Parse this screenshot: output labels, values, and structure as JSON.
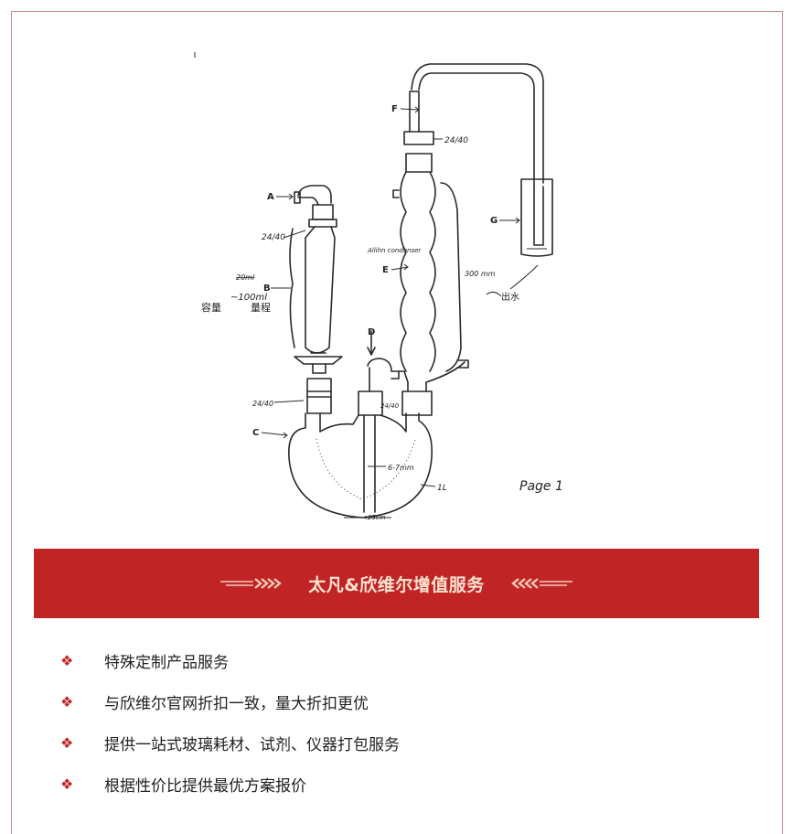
{
  "figure": {
    "labels": {
      "A": "A",
      "B": "B",
      "C": "C",
      "D": "D",
      "E": "E",
      "F": "F",
      "G": "G"
    },
    "annotations": {
      "joint_top": "24/40",
      "joint_left_upper": "24/40",
      "joint_left_lower": "24/40",
      "joint_mid": "24/40",
      "condenser_name": "Allihn condenser",
      "length": "300 mm",
      "volume_note": "~100ml",
      "volume_cn": "容量",
      "volume_cn2": "量程",
      "tube_gap": "6-7mm",
      "flask_size": "1L",
      "depth": "<25cm",
      "handwritten_right": "出水",
      "crossed_word": "20ml",
      "page_note": "Page 1"
    }
  },
  "banner": {
    "title": "太凡&欣维尔增值服务",
    "bg_color": "#c12424",
    "text_color": "#ffe2d0"
  },
  "services": [
    "特殊定制产品服务",
    "与欣维尔官网折扣一致，量大折扣更优",
    "提供一站式玻璃耗材、试剂、仪器打包服务",
    "根据性价比提供最优方案报价"
  ],
  "bullet_glyph": "❖"
}
